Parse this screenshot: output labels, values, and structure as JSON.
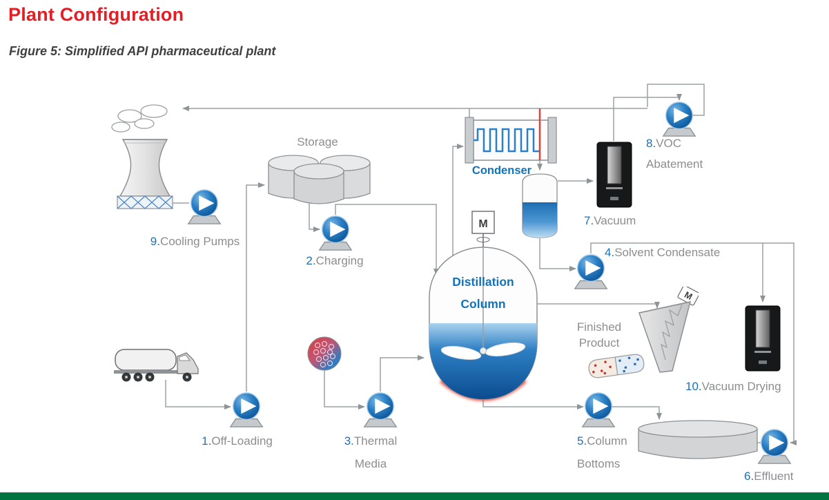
{
  "header": {
    "title": "Plant Configuration",
    "caption": "Figure 5: Simplified API pharmaceutical plant"
  },
  "diagram": {
    "storage_label": "Storage",
    "condenser_label": "Condenser",
    "distillation_line1": "Distillation",
    "distillation_line2": "Column",
    "finished_line1": "Finished",
    "finished_line2": "Product",
    "motor_letter": "M",
    "stations": {
      "offloading": {
        "num": "1.",
        "label": "Off-Loading"
      },
      "charging": {
        "num": "2.",
        "label": "Charging"
      },
      "thermal": {
        "num": "3.",
        "label_line1": "Thermal",
        "label_line2": "Media"
      },
      "solvent": {
        "num": "4.",
        "label": "Solvent Condensate"
      },
      "bottoms": {
        "num": "5.",
        "label_line1": "Column",
        "label_line2": "Bottoms"
      },
      "effluent": {
        "num": "6.",
        "label": "Effluent"
      },
      "vacuum": {
        "num": "7.",
        "label": "Vacuum"
      },
      "voc": {
        "num": "8.",
        "label_line1": "VOC",
        "label_line2": "Abatement"
      },
      "cooling": {
        "num": "9.",
        "label": "Cooling Pumps"
      },
      "drying": {
        "num": "10.",
        "label": "Vacuum Drying"
      }
    }
  },
  "colors": {
    "title_red": "#e31e25",
    "number_blue": "#1d71b8",
    "label_gray": "#8b8d90",
    "process_blue": "#1173bc",
    "pump_blue": "#1767ac",
    "hot_red": "#e04338",
    "pipe_gray": "#9aa0a3",
    "footer_green": "#007540"
  }
}
